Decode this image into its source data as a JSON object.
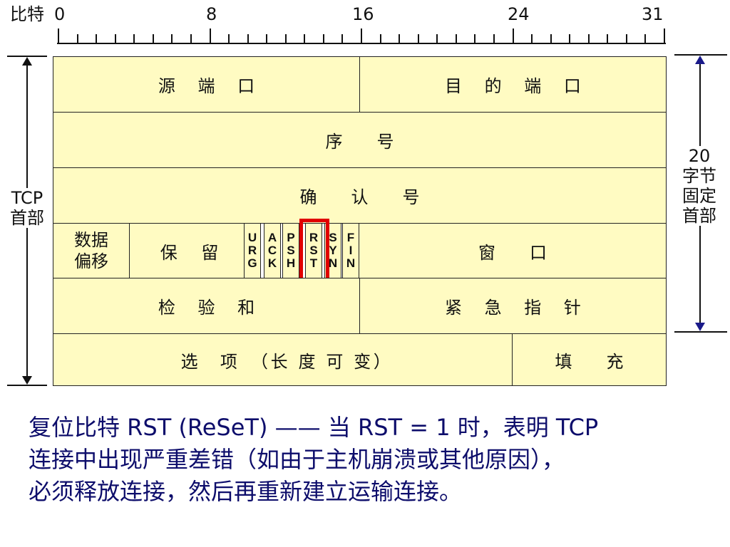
{
  "ruler": {
    "label_bits": "比特",
    "marks": [
      "0",
      "8",
      "16",
      "24",
      "31"
    ]
  },
  "header": {
    "row1": {
      "src_port": "源 端 口",
      "dst_port": "目 的 端 口"
    },
    "row2": {
      "seq": "序　号"
    },
    "row3": {
      "ack": "确　认　号"
    },
    "row4": {
      "offset_line1": "数据",
      "offset_line2": "偏移",
      "reserved": "保　留",
      "flags": [
        {
          "id": "urg",
          "letters": [
            "U",
            "R",
            "G"
          ]
        },
        {
          "id": "ack",
          "letters": [
            "A",
            "C",
            "K"
          ]
        },
        {
          "id": "psh",
          "letters": [
            "P",
            "S",
            "H"
          ]
        },
        {
          "id": "rst",
          "letters": [
            "R",
            "S",
            "T"
          ]
        },
        {
          "id": "syn",
          "letters": [
            "S",
            "Y",
            "N"
          ]
        },
        {
          "id": "fin",
          "letters": [
            "F",
            "I",
            "N"
          ]
        }
      ],
      "window": "窗　口"
    },
    "row5": {
      "checksum": "检 验 和",
      "urgent": "紧 急 指 针"
    },
    "row6": {
      "options": "选　项　（长 度 可 变）",
      "padding": "填　充"
    }
  },
  "left_label": {
    "line1": "TCP",
    "line2": "首部"
  },
  "right_label": {
    "line1": "20",
    "line2": "字节",
    "line3": "固定",
    "line4": "首部"
  },
  "highlight_color": "#e00000",
  "description": {
    "line1": "复位比特 RST (ReSeT) —— 当 RST = 1 时，表明 TCP",
    "line2": "连接中出现严重差错（如由于主机崩溃或其他原因），",
    "line3": "必须释放连接，然后再重新建立运输连接。"
  }
}
